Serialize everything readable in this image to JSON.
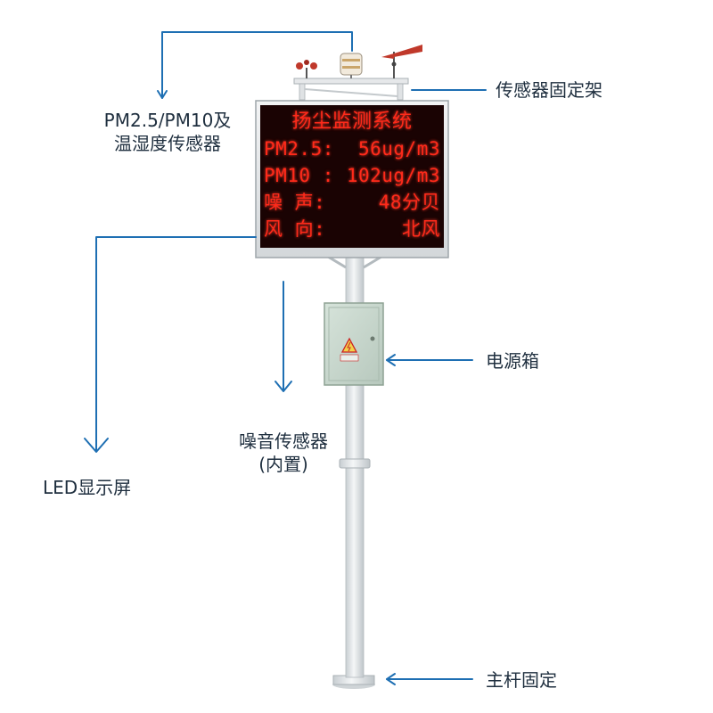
{
  "colors": {
    "annotation_line": "#1e6fb3",
    "led_text": "#ff2a1a",
    "led_background": "#1a0303",
    "power_box": "#c9d8cf",
    "pole": "#e4e8ea"
  },
  "led_display": {
    "title": "扬尘监测系统",
    "rows": [
      {
        "key": "PM2.5:",
        "value": "56ug/m3"
      },
      {
        "key": "PM10 :",
        "value": "102ug/m3"
      },
      {
        "key": "噪 声:",
        "value": "48分贝"
      },
      {
        "key": "风 向:",
        "value": "北风"
      }
    ]
  },
  "labels": {
    "pm_sensor_line1": "PM2.5/PM10及",
    "pm_sensor_line2": "温湿度传感器",
    "sensor_mount": "传感器固定架",
    "led_screen": "LED显示屏",
    "power_box": "电源箱",
    "noise_sensor_line1": "噪音传感器",
    "noise_sensor_line2": "(内置)",
    "main_pole": "主杆固定"
  },
  "icons": {
    "warning": "electric-hazard-icon",
    "anemometer": "anemometer-icon",
    "wind_vane": "wind-vane-icon",
    "sensor": "dust-sensor-icon"
  }
}
